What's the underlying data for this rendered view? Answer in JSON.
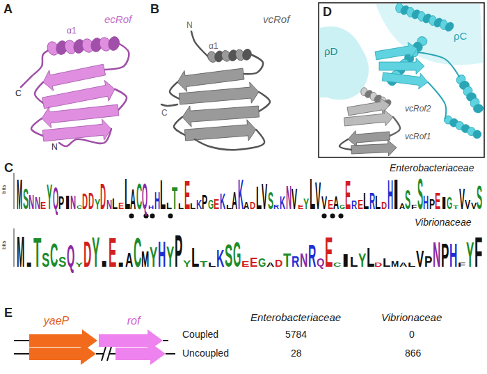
{
  "diagram": {
    "nodes": [
      {
        "text": [
          "yaeP"
        ]
      },
      {
        "text": [
          "rof"
        ]
      }
    ],
    "labels": [
      "A",
      "B",
      "D",
      "ecRof",
      "α1",
      "C",
      "N",
      "vcRof",
      "N",
      "α1",
      "C",
      "ρC",
      "ρD",
      "vcRof2",
      "vcRof1",
      "C",
      "Enterobacteriaceae",
      "bits",
      "Vibrionaceae",
      "bits",
      "E",
      "Enterobacteriaceae",
      "Vibrionaceae",
      "Coupled",
      "5784",
      "0",
      "Uncoupled",
      "28",
      "866",
      "MSNNEYQPINCDDYDNLELACQHHLLTLELKPGEKLAKADLVSRKNVEYLVVEAGERELRLDHIASFSHPEIGTVVVS",
      "MITSCSQYDYIEIACMYHYPYLTLKSGEEGADTRNRQECILYLDLMALVPNPHFYF"
    ]
  }
}
